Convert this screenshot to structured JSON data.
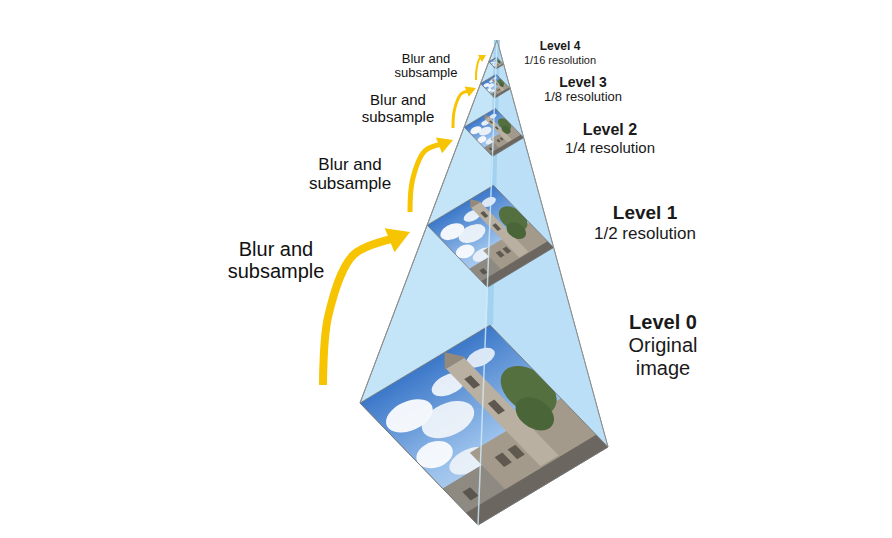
{
  "diagram": {
    "nodes": [
      {
        "text": [
          "Level 4",
          "1/16 resolution"
        ]
      },
      {
        "text": [
          "Level 3",
          "1/8 resolution"
        ]
      },
      {
        "text": [
          "Level 2",
          "1/4 resolution"
        ]
      },
      {
        "text": [
          "Level 1",
          "1/2 resolution"
        ]
      },
      {
        "text": [
          "Level 0",
          "Original image"
        ]
      }
    ],
    "edges": [
      {
        "from": 4,
        "to": 3,
        "label": "Blur and subsample",
        "arrow": "to"
      },
      {
        "from": 3,
        "to": 2,
        "label": "Blur and subsample",
        "arrow": "to"
      },
      {
        "from": 2,
        "to": 1,
        "label": "Blur and subsample",
        "arrow": "to"
      },
      {
        "from": 1,
        "to": 0,
        "label": "Blur and subsample",
        "arrow": "to"
      }
    ]
  }
}
